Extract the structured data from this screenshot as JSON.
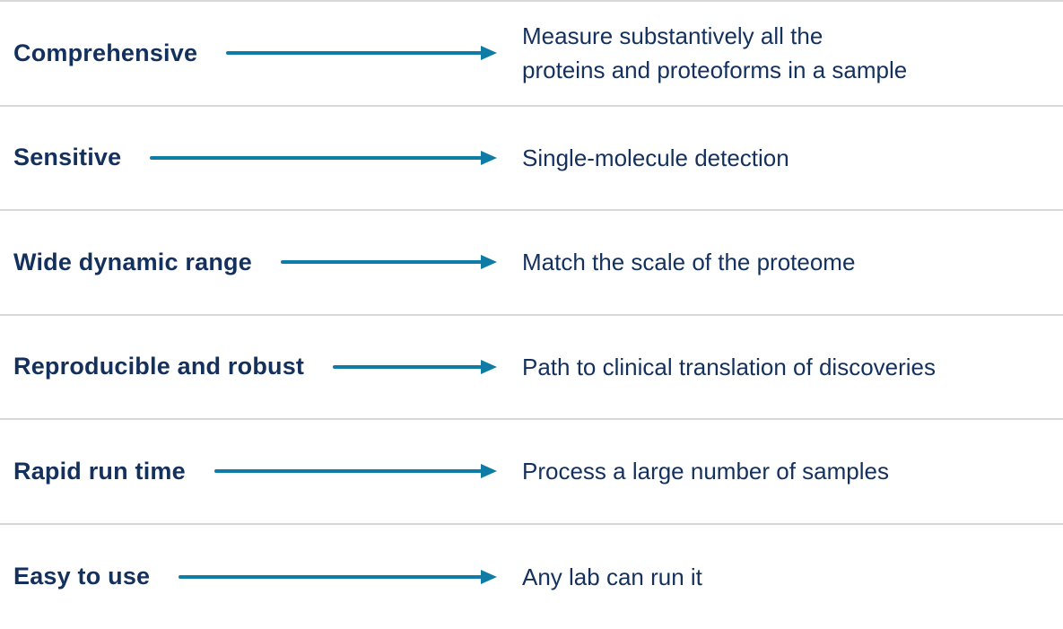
{
  "colors": {
    "navy_text": "#14315E",
    "teal_arrow": "#0F7CA6",
    "divider_gray": "#D8D8D8",
    "background": "#FFFFFF"
  },
  "rows": [
    {
      "label": "Comprehensive",
      "description": "Measure substantively all the\nproteins and proteoforms in a sample"
    },
    {
      "label": "Sensitive",
      "description": "Single-molecule detection"
    },
    {
      "label": "Wide dynamic range",
      "description": "Match the scale of the proteome"
    },
    {
      "label": "Reproducible and robust",
      "description": "Path to clinical translation of discoveries"
    },
    {
      "label": "Rapid run time",
      "description": "Process a large number of samples"
    },
    {
      "label": "Easy to use",
      "description": "Any lab can run it"
    }
  ]
}
